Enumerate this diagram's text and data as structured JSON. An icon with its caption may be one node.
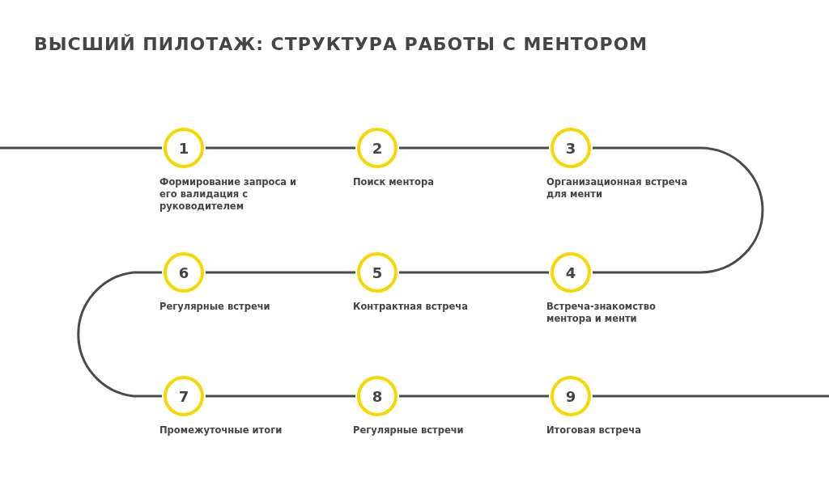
{
  "diagram": {
    "title": "ВЫСШИЙ ПИЛОТАЖ: СТРУКТУРА РАБОТЫ С МЕНТОРОМ",
    "nodes": [
      {
        "text": [
          "1"
        ],
        "beside": [
          "Формирование запроса и его валидация с руководителем"
        ]
      },
      {
        "text": [
          "2"
        ],
        "beside": [
          "Поиск ментора"
        ]
      },
      {
        "text": [
          "3"
        ],
        "beside": [
          "Организационная встреча для менти"
        ]
      },
      {
        "text": [
          "4"
        ],
        "beside": [
          "Встреча-знакомство ментора и менти"
        ]
      },
      {
        "text": [
          "5"
        ],
        "beside": [
          "Контрактная встреча"
        ]
      },
      {
        "text": [
          "6"
        ],
        "beside": [
          "Регулярные встречи"
        ]
      },
      {
        "text": [
          "7"
        ],
        "beside": [
          "Промежуточные итоги"
        ]
      },
      {
        "text": [
          "8"
        ],
        "beside": [
          "Регулярные встречи"
        ]
      },
      {
        "text": [
          "9"
        ],
        "beside": [
          "Итоговая встреча"
        ]
      }
    ],
    "edges": [
      {
        "from": null,
        "to": 0,
        "arrow": "none"
      },
      {
        "from": 0,
        "to": 1,
        "arrow": "none"
      },
      {
        "from": 1,
        "to": 2,
        "arrow": "none"
      },
      {
        "from": 2,
        "to": 3,
        "arrow": "none"
      },
      {
        "from": 3,
        "to": 4,
        "arrow": "none"
      },
      {
        "from": 4,
        "to": 5,
        "arrow": "none"
      },
      {
        "from": 5,
        "to": 6,
        "arrow": "none"
      },
      {
        "from": 6,
        "to": 7,
        "arrow": "none"
      },
      {
        "from": 7,
        "to": 8,
        "arrow": "none"
      },
      {
        "from": 8,
        "to": null,
        "arrow": "none"
      }
    ]
  }
}
